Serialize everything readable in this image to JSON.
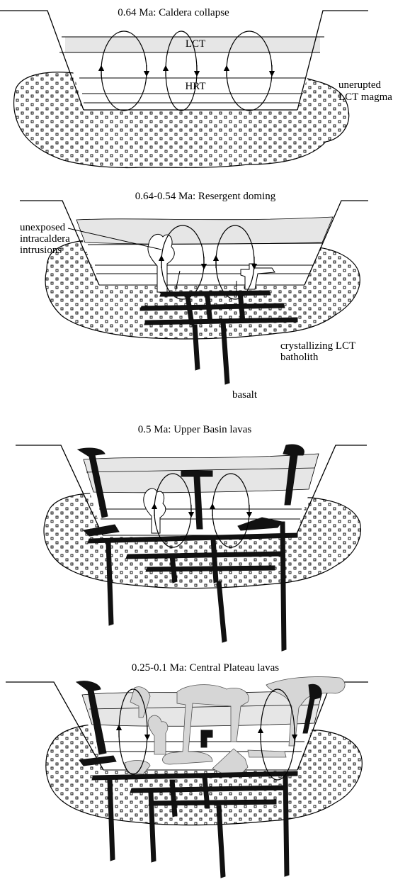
{
  "panels": [
    {
      "title": "0.64 Ma: Caldera collapse",
      "labels": {
        "top_layer": "LCT",
        "bottom_layer": "HRT",
        "magma_1": "unerupted",
        "magma_2": "LCT magma"
      }
    },
    {
      "title": "0.64-0.54 Ma: Resergent doming",
      "labels": {
        "intrusion_1": "unexposed",
        "intrusion_2": "intracaldera",
        "intrusion_3": "intrusions",
        "batholith_1": "crystallizing LCT",
        "batholith_2": "batholith",
        "basalt": "basalt"
      }
    },
    {
      "title": "0.5 Ma: Upper Basin lavas"
    },
    {
      "title": "0.25-0.1 Ma: Central Plateau lavas"
    }
  ],
  "colors": {
    "magma_fill": "#f4f4f4",
    "tuff_fill": "#e6e6e6",
    "basalt": "#111111",
    "rhyolite": "#d6d6d6",
    "line": "#000000"
  }
}
